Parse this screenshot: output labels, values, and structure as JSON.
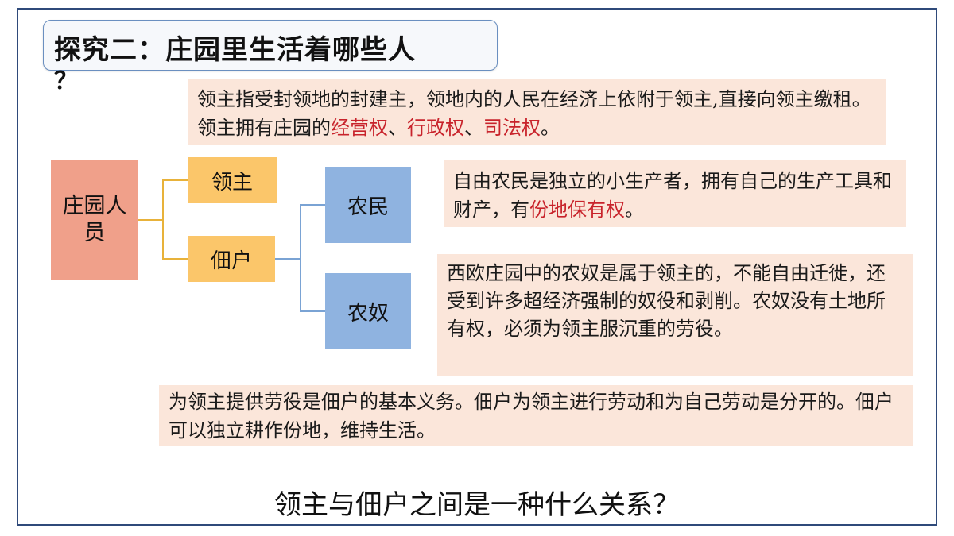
{
  "title": {
    "text": "探究二：庄园里生活着哪些人",
    "question_mark": "？"
  },
  "tree": {
    "root": "庄园人员",
    "lord": "领主",
    "tenant": "佃户",
    "free_farmer": "农民",
    "serf": "农奴"
  },
  "notes": {
    "lord": {
      "part1": "领主指受封领地的封建主，领地内的人民在经济上依附于领主,直接向领主缴租。领主拥有庄园的",
      "right1": "经营权",
      "sep1": "、",
      "right2": "行政权",
      "sep2": "、",
      "right3": "司法权",
      "end": "。"
    },
    "free_farmer": {
      "part1": "自由农民是独立的小生产者，拥有自己的生产工具和财产，有",
      "right": "份地保有权",
      "end": "。"
    },
    "serf": "西欧庄园中的农奴是属于领主的，不能自由迁徙，还受到许多超经济强制的奴役和剥削。农奴没有土地所有权，必须为领主服沉重的劳役。",
    "tenant": "为领主提供劳役是佃户的基本义务。佃户为领主进行劳动和为自己劳动是分开的。佃户可以独立耕作份地，维持生活。"
  },
  "question": "领主与佃户之间是一种什么关系？",
  "colors": {
    "frame": "#2f4a7a",
    "note_bg": "#fbe6da",
    "root_node": "#f0a08a",
    "level1_node": "#fbc66a",
    "level2_node": "#8fb3e0",
    "connector_gold": "#e8b23a",
    "connector_blue": "#7aa3d4",
    "highlight_red": "#c8232b"
  }
}
